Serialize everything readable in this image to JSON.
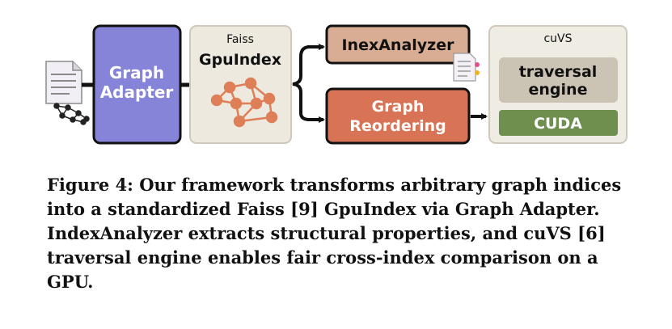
{
  "diagram": {
    "graph_adapter": {
      "label_line1": "Graph",
      "label_line2": "Adapter"
    },
    "faiss": {
      "title": "Faiss",
      "subtitle": "GpuIndex"
    },
    "index_analyzer": {
      "label": "InexAnalyzer"
    },
    "graph_reordering": {
      "label_line1": "Graph",
      "label_line2": "Reordering"
    },
    "cuvs": {
      "title": "cuVS",
      "traversal_line1": "traversal",
      "traversal_line2": "engine",
      "cuda": "CUDA"
    },
    "colors": {
      "graph_adapter": "#8684d8",
      "faiss_box": "#eee9df",
      "index_analyzer": "#d9ad93",
      "graph_reordering": "#d87356",
      "cuvs_box": "#efece4",
      "traversal": "#cbc4b5",
      "cuda": "#6f8f4f",
      "graph_nodes": "#de7f57"
    }
  },
  "caption": {
    "text": "Figure 4: Our framework transforms arbitrary graph indices into a standardized Faiss [9] GpuIndex via Graph Adapter. IndexAnalyzer extracts structural properties, and cuVS [6] traversal engine enables fair cross-index comparison on a GPU."
  }
}
